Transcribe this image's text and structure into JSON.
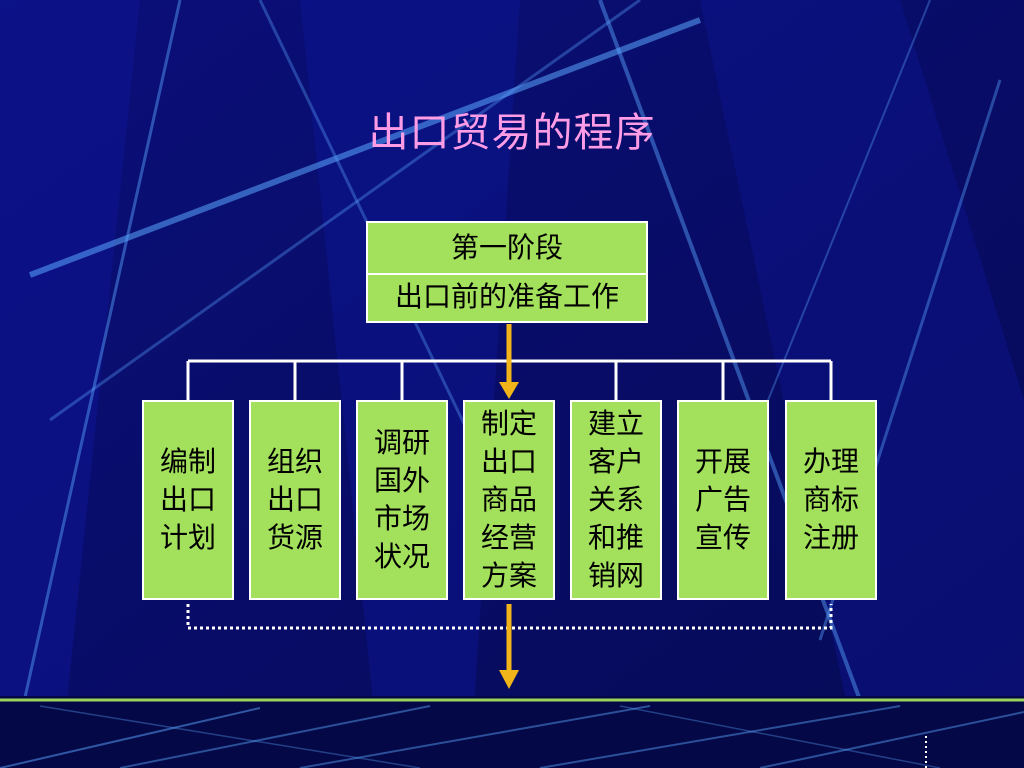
{
  "title": "出口贸易的程序",
  "stage": {
    "label": "第一阶段",
    "name": "出口前的准备工作"
  },
  "steps": [
    {
      "label": "编制出口计划"
    },
    {
      "label": "组织出口货源"
    },
    {
      "label": "调研国外市场状况"
    },
    {
      "label": "制定出口商品经营方案"
    },
    {
      "label": "建立客户关系和推销网"
    },
    {
      "label": "开展广告宣传"
    },
    {
      "label": "办理商标注册"
    }
  ],
  "colors": {
    "background": "#0b0f6e",
    "title": "#ff9ce6",
    "box_fill": "#a3e05b",
    "arrow": "#f2b519",
    "connector": "#ffffff"
  }
}
